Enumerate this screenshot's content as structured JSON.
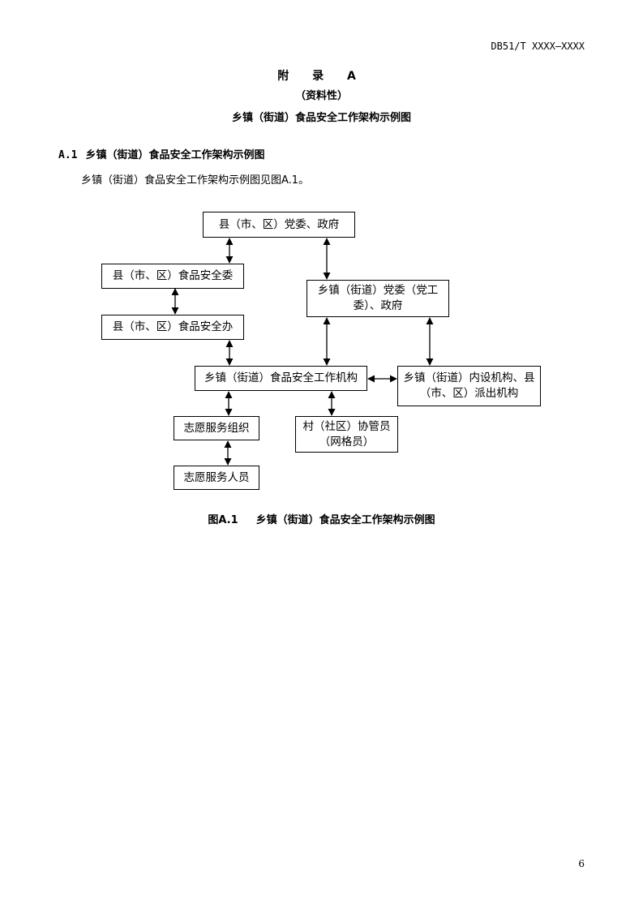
{
  "header": {
    "doc_id": "DB51/T XXXX—XXXX"
  },
  "appendix": {
    "label": "附 录 A",
    "nature": "（资料性）",
    "title": "乡镇（街道）食品安全工作架构示例图"
  },
  "section": {
    "number": "A.1",
    "heading": "乡镇（街道）食品安全工作架构示例图",
    "body": "乡镇（街道）食品安全工作架构示例图见图A.1。"
  },
  "diagram": {
    "nodes": {
      "county_party_gov": "县（市、区）党委、政府",
      "county_food_committee": "县（市、区）食品安全委",
      "county_food_office": "县（市、区）食品安全办",
      "town_party_gov": "乡镇（街道）党委（党工委）、政府",
      "town_food_agency": "乡镇（街道）食品安全工作机构",
      "town_internal_units": "乡镇（街道）内设机构、县（市、区）派出机构",
      "volunteer_org": "志愿服务组织",
      "village_assistant": "村（社区）协管员（网格员）",
      "volunteer_staff": "志愿服务人员"
    }
  },
  "figure": {
    "number": "图A.1",
    "caption": "乡镇（街道）食品安全工作架构示例图"
  },
  "footer": {
    "page_number": "6"
  }
}
